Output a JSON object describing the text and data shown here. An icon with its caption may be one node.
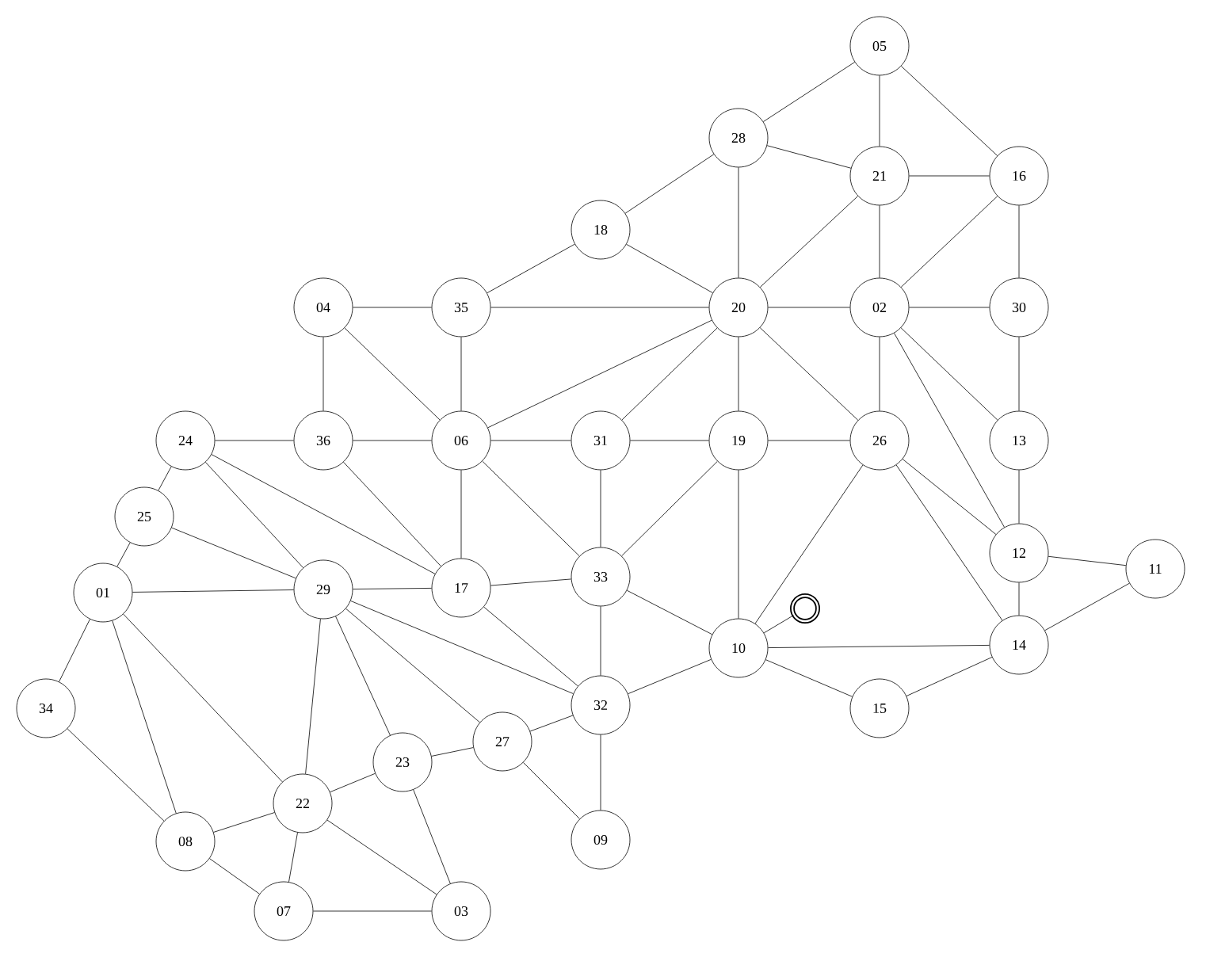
{
  "diagram": {
    "nodes": [
      {
        "text": [
          "05"
        ]
      },
      {
        "text": [
          "28"
        ]
      },
      {
        "text": [
          "21"
        ]
      },
      {
        "text": [
          "16"
        ]
      },
      {
        "text": [
          "18"
        ]
      },
      {
        "text": [
          "04"
        ]
      },
      {
        "text": [
          "35"
        ]
      },
      {
        "text": [
          "20"
        ]
      },
      {
        "text": [
          "02"
        ]
      },
      {
        "text": [
          "30"
        ]
      },
      {
        "text": [
          "24"
        ]
      },
      {
        "text": [
          "36"
        ]
      },
      {
        "text": [
          "06"
        ]
      },
      {
        "text": [
          "31"
        ]
      },
      {
        "text": [
          "19"
        ]
      },
      {
        "text": [
          "26"
        ]
      },
      {
        "text": [
          "13"
        ]
      },
      {
        "text": [
          "25"
        ]
      },
      {
        "text": [
          "12"
        ]
      },
      {
        "text": [
          "11"
        ]
      },
      {
        "text": [
          "01"
        ]
      },
      {
        "text": [
          "29"
        ]
      },
      {
        "text": [
          "17"
        ]
      },
      {
        "text": [
          "33"
        ]
      },
      {
        "text": [],
        "shape": "circle"
      },
      {
        "text": [
          "10"
        ]
      },
      {
        "text": [
          "14"
        ]
      },
      {
        "text": [
          "34"
        ]
      },
      {
        "text": [
          "32"
        ]
      },
      {
        "text": [
          "15"
        ]
      },
      {
        "text": [
          "27"
        ]
      },
      {
        "text": [
          "23"
        ]
      },
      {
        "text": [
          "22"
        ]
      },
      {
        "text": [
          "09"
        ]
      },
      {
        "text": [
          "08"
        ]
      },
      {
        "text": [
          "07"
        ]
      },
      {
        "text": [
          "03"
        ]
      }
    ],
    "edges": [
      {
        "from": 0,
        "to": 1,
        "arrow": "none"
      },
      {
        "from": 0,
        "to": 2,
        "arrow": "none"
      },
      {
        "from": 0,
        "to": 3,
        "arrow": "none"
      },
      {
        "from": 1,
        "to": 2,
        "arrow": "none"
      },
      {
        "from": 1,
        "to": 4,
        "arrow": "none"
      },
      {
        "from": 1,
        "to": 7,
        "arrow": "none"
      },
      {
        "from": 2,
        "to": 3,
        "arrow": "none"
      },
      {
        "from": 2,
        "to": 7,
        "arrow": "none"
      },
      {
        "from": 2,
        "to": 8,
        "arrow": "none"
      },
      {
        "from": 3,
        "to": 8,
        "arrow": "none"
      },
      {
        "from": 3,
        "to": 9,
        "arrow": "none"
      },
      {
        "from": 4,
        "to": 6,
        "arrow": "none"
      },
      {
        "from": 4,
        "to": 7,
        "arrow": "none"
      },
      {
        "from": 5,
        "to": 6,
        "arrow": "none"
      },
      {
        "from": 5,
        "to": 11,
        "arrow": "none"
      },
      {
        "from": 5,
        "to": 12,
        "arrow": "none"
      },
      {
        "from": 6,
        "to": 7,
        "arrow": "none"
      },
      {
        "from": 6,
        "to": 12,
        "arrow": "none"
      },
      {
        "from": 7,
        "to": 8,
        "arrow": "none"
      },
      {
        "from": 7,
        "to": 12,
        "arrow": "none"
      },
      {
        "from": 7,
        "to": 13,
        "arrow": "none"
      },
      {
        "from": 7,
        "to": 14,
        "arrow": "none"
      },
      {
        "from": 7,
        "to": 15,
        "arrow": "none"
      },
      {
        "from": 8,
        "to": 9,
        "arrow": "none"
      },
      {
        "from": 8,
        "to": 15,
        "arrow": "none"
      },
      {
        "from": 8,
        "to": 16,
        "arrow": "none"
      },
      {
        "from": 8,
        "to": 18,
        "arrow": "none"
      },
      {
        "from": 9,
        "to": 16,
        "arrow": "none"
      },
      {
        "from": 11,
        "to": 10,
        "arrow": "none"
      },
      {
        "from": 11,
        "to": 12,
        "arrow": "none"
      },
      {
        "from": 11,
        "to": 22,
        "arrow": "none"
      },
      {
        "from": 12,
        "to": 13,
        "arrow": "none"
      },
      {
        "from": 12,
        "to": 22,
        "arrow": "none"
      },
      {
        "from": 12,
        "to": 23,
        "arrow": "none"
      },
      {
        "from": 13,
        "to": 14,
        "arrow": "none"
      },
      {
        "from": 13,
        "to": 23,
        "arrow": "none"
      },
      {
        "from": 14,
        "to": 15,
        "arrow": "none"
      },
      {
        "from": 14,
        "to": 23,
        "arrow": "none"
      },
      {
        "from": 14,
        "to": 25,
        "arrow": "none"
      },
      {
        "from": 15,
        "to": 25,
        "arrow": "none"
      },
      {
        "from": 15,
        "to": 18,
        "arrow": "none"
      },
      {
        "from": 15,
        "to": 26,
        "arrow": "none"
      },
      {
        "from": 16,
        "to": 18,
        "arrow": "none"
      },
      {
        "from": 18,
        "to": 19,
        "arrow": "none"
      },
      {
        "from": 18,
        "to": 26,
        "arrow": "none"
      },
      {
        "from": 19,
        "to": 26,
        "arrow": "none"
      },
      {
        "from": 25,
        "to": 26,
        "arrow": "none"
      },
      {
        "from": 25,
        "to": 29,
        "arrow": "none"
      },
      {
        "from": 29,
        "to": 26,
        "arrow": "none"
      },
      {
        "from": 25,
        "to": 23,
        "arrow": "none"
      },
      {
        "from": 25,
        "to": 28,
        "arrow": "none"
      },
      {
        "from": 25,
        "to": 24,
        "arrow": "none"
      },
      {
        "from": 10,
        "to": 17,
        "arrow": "none"
      },
      {
        "from": 10,
        "to": 21,
        "arrow": "none"
      },
      {
        "from": 10,
        "to": 22,
        "arrow": "none"
      },
      {
        "from": 17,
        "to": 21,
        "arrow": "none"
      },
      {
        "from": 17,
        "to": 20,
        "arrow": "none"
      },
      {
        "from": 20,
        "to": 21,
        "arrow": "none"
      },
      {
        "from": 20,
        "to": 27,
        "arrow": "none"
      },
      {
        "from": 20,
        "to": 34,
        "arrow": "none"
      },
      {
        "from": 20,
        "to": 32,
        "arrow": "none"
      },
      {
        "from": 21,
        "to": 22,
        "arrow": "none"
      },
      {
        "from": 21,
        "to": 28,
        "arrow": "none"
      },
      {
        "from": 21,
        "to": 30,
        "arrow": "none"
      },
      {
        "from": 21,
        "to": 31,
        "arrow": "none"
      },
      {
        "from": 21,
        "to": 32,
        "arrow": "none"
      },
      {
        "from": 22,
        "to": 23,
        "arrow": "none"
      },
      {
        "from": 22,
        "to": 28,
        "arrow": "none"
      },
      {
        "from": 23,
        "to": 28,
        "arrow": "none"
      },
      {
        "from": 28,
        "to": 30,
        "arrow": "none"
      },
      {
        "from": 28,
        "to": 33,
        "arrow": "none"
      },
      {
        "from": 30,
        "to": 31,
        "arrow": "none"
      },
      {
        "from": 30,
        "to": 33,
        "arrow": "none"
      },
      {
        "from": 31,
        "to": 32,
        "arrow": "none"
      },
      {
        "from": 31,
        "to": 36,
        "arrow": "none"
      },
      {
        "from": 32,
        "to": 34,
        "arrow": "none"
      },
      {
        "from": 32,
        "to": 35,
        "arrow": "none"
      },
      {
        "from": 32,
        "to": 36,
        "arrow": "none"
      },
      {
        "from": 27,
        "to": 34,
        "arrow": "none"
      },
      {
        "from": 34,
        "to": 35,
        "arrow": "none"
      },
      {
        "from": 35,
        "to": 36,
        "arrow": "none"
      }
    ]
  }
}
